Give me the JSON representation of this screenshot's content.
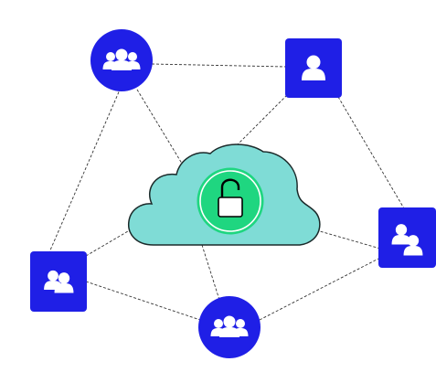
{
  "colors": {
    "node": "#1f1fe6",
    "icon": "#ffffff",
    "cloud_fill": "#7fdcd6",
    "cloud_stroke": "#1b2a2a",
    "lock_bg": "#1fd680",
    "lock_ring": "#ffffff",
    "edge": "#333333",
    "background": "#ffffff"
  },
  "diagram": {
    "center": {
      "shape": "cloud",
      "icon": "unlocked-padlock-icon"
    },
    "nodes": [
      {
        "id": "group-top-left",
        "shape": "circle",
        "icon": "user-group-icon"
      },
      {
        "id": "user-top-right",
        "shape": "rounded-square",
        "icon": "single-user-icon"
      },
      {
        "id": "pair-right",
        "shape": "rounded-square",
        "icon": "user-pair-icon"
      },
      {
        "id": "pair-left",
        "shape": "rounded-square",
        "icon": "user-pair-icon"
      },
      {
        "id": "group-bottom",
        "shape": "circle",
        "icon": "user-group-icon"
      }
    ],
    "edges": [
      {
        "from": "group-top-left",
        "to": "user-top-right"
      },
      {
        "from": "group-top-left",
        "to": "pair-left"
      },
      {
        "from": "user-top-right",
        "to": "pair-right"
      },
      {
        "from": "pair-left",
        "to": "group-bottom"
      },
      {
        "from": "group-bottom",
        "to": "pair-right"
      },
      {
        "from": "group-top-left",
        "to": "cloud"
      },
      {
        "from": "user-top-right",
        "to": "cloud"
      },
      {
        "from": "pair-right",
        "to": "cloud"
      },
      {
        "from": "pair-left",
        "to": "cloud"
      },
      {
        "from": "group-bottom",
        "to": "cloud"
      }
    ]
  }
}
